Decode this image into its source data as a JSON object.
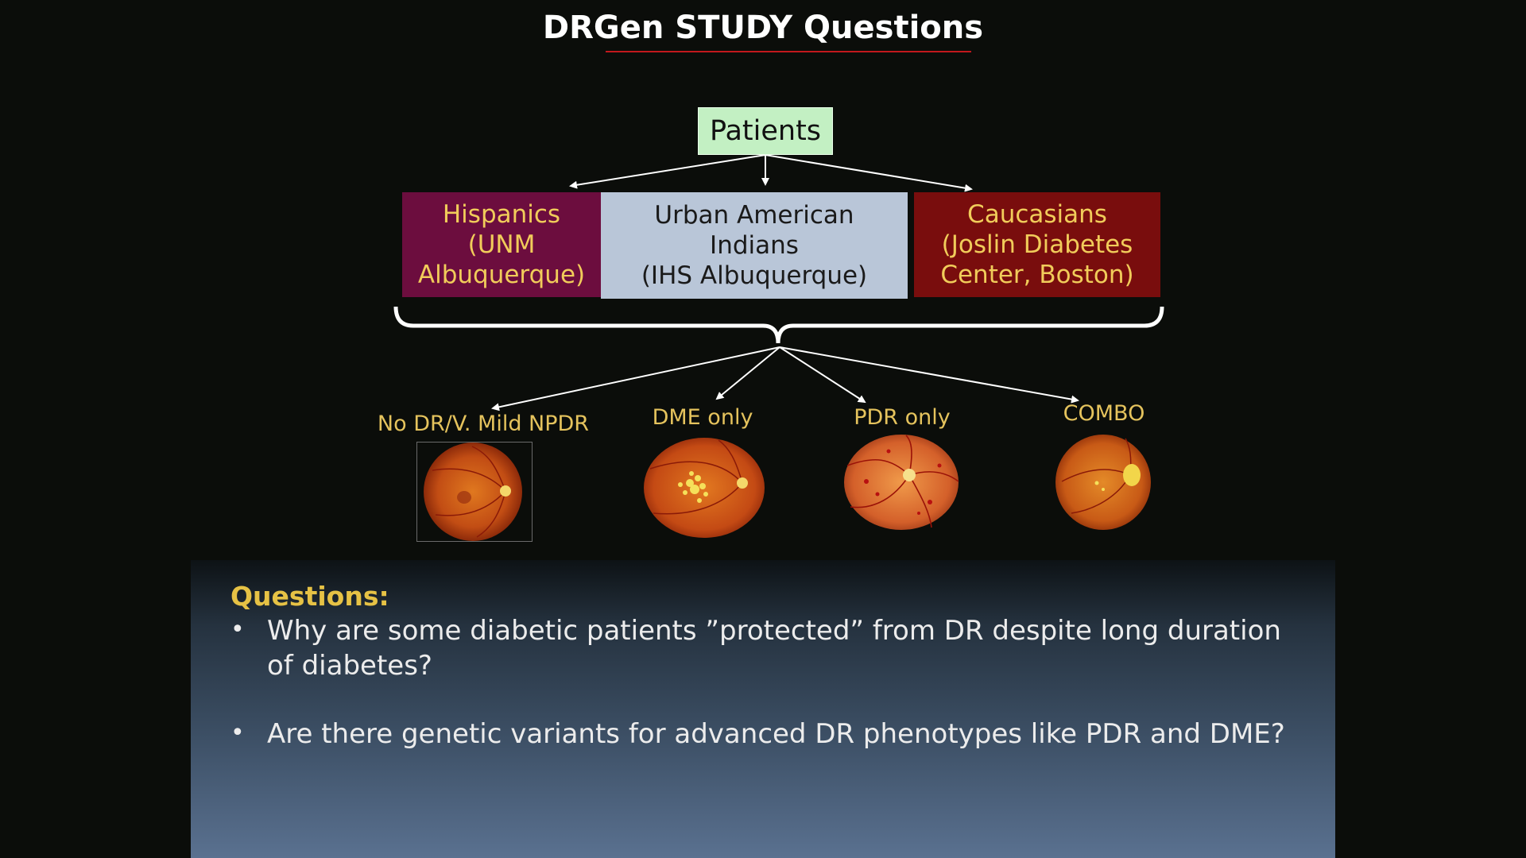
{
  "slide": {
    "title": "DRGen STUDY Questions",
    "accent_color": "#c2181c"
  },
  "diagram": {
    "root": "Patients",
    "groups": [
      {
        "lines": [
          "Hispanics",
          "(UNM",
          "Albuquerque)"
        ],
        "bg": "#6c0d3e",
        "fg": "#f1cc5a"
      },
      {
        "lines": [
          "Urban American",
          "Indians",
          "(IHS Albuquerque)"
        ],
        "bg": "#b9c6d8",
        "fg": "#1a1a1a"
      },
      {
        "lines": [
          "Caucasians",
          "(Joslin Diabetes",
          "Center, Boston)"
        ],
        "bg": "#790d0d",
        "fg": "#f1cc5a"
      }
    ],
    "categories": [
      {
        "label": "No DR/V. Mild NPDR",
        "image": "retina-normal"
      },
      {
        "label": "DME only",
        "image": "retina-dme"
      },
      {
        "label": "PDR only",
        "image": "retina-pdr"
      },
      {
        "label": "COMBO",
        "image": "retina-combo"
      }
    ]
  },
  "questions": {
    "heading": "Questions:",
    "bullet_glyph": "•",
    "items": [
      "Why are some diabetic patients ”protected” from DR despite long duration of diabetes?",
      "Are there genetic variants for advanced DR phenotypes like PDR and DME?"
    ]
  }
}
